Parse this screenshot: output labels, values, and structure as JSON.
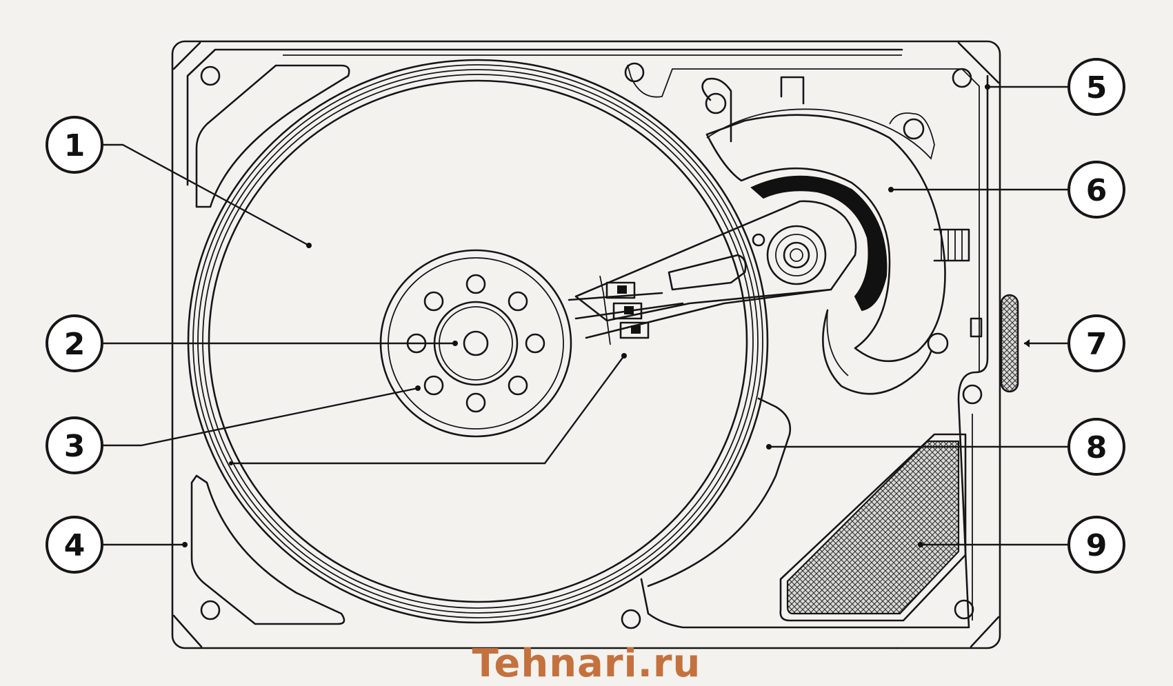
{
  "watermark": {
    "text": "Tehnari.ru",
    "color": "#c4713e"
  },
  "colors": {
    "line": "#161616",
    "background": "#f3f2ee"
  },
  "callouts": [
    {
      "number": "1"
    },
    {
      "number": "2"
    },
    {
      "number": "3"
    },
    {
      "number": "4"
    },
    {
      "number": "5"
    },
    {
      "number": "6"
    },
    {
      "number": "7"
    },
    {
      "number": "8"
    },
    {
      "number": "9"
    }
  ]
}
